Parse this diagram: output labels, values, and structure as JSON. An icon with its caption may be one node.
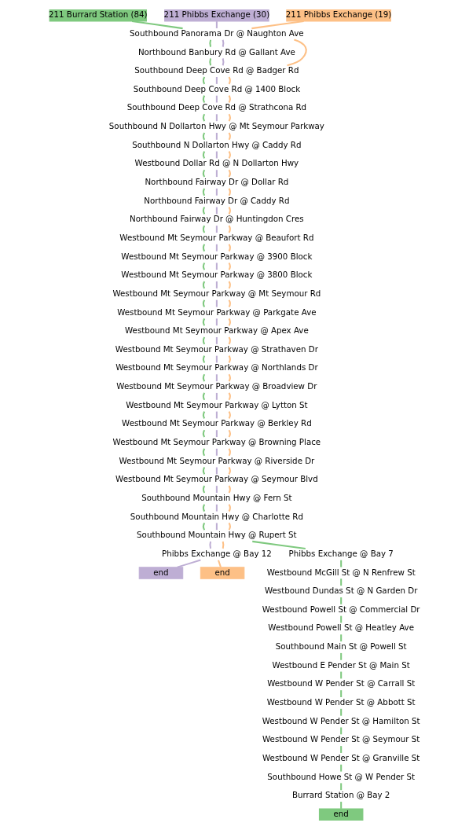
{
  "diagram": {
    "nodes": [
      {
        "text": [
          "211 Burrard Station (84)"
        ]
      },
      {
        "text": [
          "211 Phibbs Exchange (30)"
        ]
      },
      {
        "text": [
          "211 Phibbs Exchange (19)"
        ]
      },
      {
        "text": [
          "Southbound Panorama Dr @ Naughton Ave"
        ]
      },
      {
        "text": [
          "Northbound Banbury Rd @ Gallant Ave"
        ]
      },
      {
        "text": [
          "Southbound Deep Cove Rd @ Badger Rd"
        ]
      },
      {
        "text": [
          "Southbound Deep Cove Rd @ 1400 Block"
        ]
      },
      {
        "text": [
          "Southbound Deep Cove Rd @ Strathcona Rd"
        ]
      },
      {
        "text": [
          "Southbound N Dollarton Hwy @ Mt Seymour Parkway"
        ]
      },
      {
        "text": [
          "Southbound N Dollarton Hwy @ Caddy Rd"
        ]
      },
      {
        "text": [
          "Westbound Dollar Rd @ N Dollarton Hwy"
        ]
      },
      {
        "text": [
          "Northbound Fairway Dr @ Dollar Rd"
        ]
      },
      {
        "text": [
          "Northbound Fairway Dr @ Caddy Rd"
        ]
      },
      {
        "text": [
          "Northbound Fairway Dr @ Huntingdon Cres"
        ]
      },
      {
        "text": [
          "Westbound Mt Seymour Parkway @ Beaufort Rd"
        ]
      },
      {
        "text": [
          "Westbound Mt Seymour Parkway @ 3900 Block"
        ]
      },
      {
        "text": [
          "Westbound Mt Seymour Parkway @ 3800 Block"
        ]
      },
      {
        "text": [
          "Westbound Mt Seymour Parkway @ Mt Seymour Rd"
        ]
      },
      {
        "text": [
          "Westbound Mt Seymour Parkway @ Parkgate Ave"
        ]
      },
      {
        "text": [
          "Westbound Mt Seymour Parkway @ Apex Ave"
        ]
      },
      {
        "text": [
          "Westbound Mt Seymour Parkway @ Strathaven Dr"
        ]
      },
      {
        "text": [
          "Westbound Mt Seymour Parkway @ Northlands Dr"
        ]
      },
      {
        "text": [
          "Westbound Mt Seymour Parkway @ Broadview Dr"
        ]
      },
      {
        "text": [
          "Westbound Mt Seymour Parkway @ Lytton St"
        ]
      },
      {
        "text": [
          "Westbound Mt Seymour Parkway @ Berkley Rd"
        ]
      },
      {
        "text": [
          "Westbound Mt Seymour Parkway @ Browning Place"
        ]
      },
      {
        "text": [
          "Westbound Mt Seymour Parkway @ Riverside Dr"
        ]
      },
      {
        "text": [
          "Westbound Mt Seymour Parkway @ Seymour Blvd"
        ]
      },
      {
        "text": [
          "Southbound Mountain Hwy @ Fern St"
        ]
      },
      {
        "text": [
          "Southbound Mountain Hwy @ Charlotte Rd"
        ]
      },
      {
        "text": [
          "Southbound Mountain Hwy @ Rupert St"
        ]
      },
      {
        "text": [
          "Phibbs Exchange @ Bay 12"
        ]
      },
      {
        "text": [
          "Phibbs Exchange @ Bay 7"
        ]
      },
      {
        "text": [
          "end"
        ]
      },
      {
        "text": [
          "end"
        ]
      },
      {
        "text": [
          "Westbound McGill St @ N Renfrew St"
        ]
      },
      {
        "text": [
          "Westbound Dundas St @ N Garden Dr"
        ]
      },
      {
        "text": [
          "Westbound Powell St @ Commercial Dr"
        ]
      },
      {
        "text": [
          "Westbound Powell St @ Heatley Ave"
        ]
      },
      {
        "text": [
          "Southbound Main St @ Powell St"
        ]
      },
      {
        "text": [
          "Westbound E Pender St @ Main St"
        ]
      },
      {
        "text": [
          "Westbound W Pender St @ Carrall St"
        ]
      },
      {
        "text": [
          "Westbound W Pender St @ Abbott St"
        ]
      },
      {
        "text": [
          "Westbound W Pender St @ Hamilton St"
        ]
      },
      {
        "text": [
          "Westbound W Pender St @ Seymour St"
        ]
      },
      {
        "text": [
          "Westbound W Pender St @ Granville St"
        ]
      },
      {
        "text": [
          "Southbound Howe St @ W Pender St"
        ]
      },
      {
        "text": [
          "Burrard Station @ Bay 2"
        ]
      },
      {
        "text": [
          "end"
        ]
      }
    ],
    "edges": [
      {
        "from": 0,
        "to": 3,
        "arrow": "none",
        "color": "#7fc97f"
      },
      {
        "from": 3,
        "to": 4,
        "arrow": "none",
        "color": "#7fc97f"
      },
      {
        "from": 4,
        "to": 5,
        "arrow": "none",
        "color": "#7fc97f"
      },
      {
        "from": 5,
        "to": 6,
        "arrow": "none",
        "color": "#7fc97f"
      },
      {
        "from": 6,
        "to": 7,
        "arrow": "none",
        "color": "#7fc97f"
      },
      {
        "from": 7,
        "to": 8,
        "arrow": "none",
        "color": "#7fc97f"
      },
      {
        "from": 8,
        "to": 9,
        "arrow": "none",
        "color": "#7fc97f"
      },
      {
        "from": 9,
        "to": 10,
        "arrow": "none",
        "color": "#7fc97f"
      },
      {
        "from": 10,
        "to": 11,
        "arrow": "none",
        "color": "#7fc97f"
      },
      {
        "from": 11,
        "to": 12,
        "arrow": "none",
        "color": "#7fc97f"
      },
      {
        "from": 12,
        "to": 13,
        "arrow": "none",
        "color": "#7fc97f"
      },
      {
        "from": 13,
        "to": 14,
        "arrow": "none",
        "color": "#7fc97f"
      },
      {
        "from": 14,
        "to": 15,
        "arrow": "none",
        "color": "#7fc97f"
      },
      {
        "from": 15,
        "to": 16,
        "arrow": "none",
        "color": "#7fc97f"
      },
      {
        "from": 16,
        "to": 17,
        "arrow": "none",
        "color": "#7fc97f"
      },
      {
        "from": 17,
        "to": 18,
        "arrow": "none",
        "color": "#7fc97f"
      },
      {
        "from": 18,
        "to": 19,
        "arrow": "none",
        "color": "#7fc97f"
      },
      {
        "from": 19,
        "to": 20,
        "arrow": "none",
        "color": "#7fc97f"
      },
      {
        "from": 20,
        "to": 21,
        "arrow": "none",
        "color": "#7fc97f"
      },
      {
        "from": 21,
        "to": 22,
        "arrow": "none",
        "color": "#7fc97f"
      },
      {
        "from": 22,
        "to": 23,
        "arrow": "none",
        "color": "#7fc97f"
      },
      {
        "from": 23,
        "to": 24,
        "arrow": "none",
        "color": "#7fc97f"
      },
      {
        "from": 24,
        "to": 25,
        "arrow": "none",
        "color": "#7fc97f"
      },
      {
        "from": 25,
        "to": 26,
        "arrow": "none",
        "color": "#7fc97f"
      },
      {
        "from": 26,
        "to": 27,
        "arrow": "none",
        "color": "#7fc97f"
      },
      {
        "from": 27,
        "to": 28,
        "arrow": "none",
        "color": "#7fc97f"
      },
      {
        "from": 28,
        "to": 29,
        "arrow": "none",
        "color": "#7fc97f"
      },
      {
        "from": 29,
        "to": 30,
        "arrow": "none",
        "color": "#7fc97f"
      },
      {
        "from": 30,
        "to": 32,
        "arrow": "none",
        "color": "#7fc97f"
      },
      {
        "from": 32,
        "to": 35,
        "arrow": "none",
        "color": "#7fc97f"
      },
      {
        "from": 35,
        "to": 36,
        "arrow": "none",
        "color": "#7fc97f"
      },
      {
        "from": 36,
        "to": 37,
        "arrow": "none",
        "color": "#7fc97f"
      },
      {
        "from": 37,
        "to": 38,
        "arrow": "none",
        "color": "#7fc97f"
      },
      {
        "from": 38,
        "to": 39,
        "arrow": "none",
        "color": "#7fc97f"
      },
      {
        "from": 39,
        "to": 40,
        "arrow": "none",
        "color": "#7fc97f"
      },
      {
        "from": 40,
        "to": 41,
        "arrow": "none",
        "color": "#7fc97f"
      },
      {
        "from": 41,
        "to": 42,
        "arrow": "none",
        "color": "#7fc97f"
      },
      {
        "from": 42,
        "to": 43,
        "arrow": "none",
        "color": "#7fc97f"
      },
      {
        "from": 43,
        "to": 44,
        "arrow": "none",
        "color": "#7fc97f"
      },
      {
        "from": 44,
        "to": 45,
        "arrow": "none",
        "color": "#7fc97f"
      },
      {
        "from": 45,
        "to": 46,
        "arrow": "none",
        "color": "#7fc97f"
      },
      {
        "from": 46,
        "to": 47,
        "arrow": "none",
        "color": "#7fc97f"
      },
      {
        "from": 47,
        "to": 48,
        "arrow": "none",
        "color": "#7fc97f"
      },
      {
        "from": 1,
        "to": 3,
        "arrow": "none",
        "color": "#beaed4"
      },
      {
        "from": 3,
        "to": 4,
        "arrow": "none",
        "color": "#beaed4"
      },
      {
        "from": 4,
        "to": 5,
        "arrow": "none",
        "color": "#beaed4"
      },
      {
        "from": 5,
        "to": 6,
        "arrow": "none",
        "color": "#beaed4"
      },
      {
        "from": 6,
        "to": 7,
        "arrow": "none",
        "color": "#beaed4"
      },
      {
        "from": 7,
        "to": 8,
        "arrow": "none",
        "color": "#beaed4"
      },
      {
        "from": 8,
        "to": 9,
        "arrow": "none",
        "color": "#beaed4"
      },
      {
        "from": 9,
        "to": 10,
        "arrow": "none",
        "color": "#beaed4"
      },
      {
        "from": 10,
        "to": 11,
        "arrow": "none",
        "color": "#beaed4"
      },
      {
        "from": 11,
        "to": 12,
        "arrow": "none",
        "color": "#beaed4"
      },
      {
        "from": 12,
        "to": 13,
        "arrow": "none",
        "color": "#beaed4"
      },
      {
        "from": 13,
        "to": 14,
        "arrow": "none",
        "color": "#beaed4"
      },
      {
        "from": 14,
        "to": 15,
        "arrow": "none",
        "color": "#beaed4"
      },
      {
        "from": 15,
        "to": 16,
        "arrow": "none",
        "color": "#beaed4"
      },
      {
        "from": 16,
        "to": 17,
        "arrow": "none",
        "color": "#beaed4"
      },
      {
        "from": 17,
        "to": 18,
        "arrow": "none",
        "color": "#beaed4"
      },
      {
        "from": 18,
        "to": 19,
        "arrow": "none",
        "color": "#beaed4"
      },
      {
        "from": 19,
        "to": 20,
        "arrow": "none",
        "color": "#beaed4"
      },
      {
        "from": 20,
        "to": 21,
        "arrow": "none",
        "color": "#beaed4"
      },
      {
        "from": 21,
        "to": 22,
        "arrow": "none",
        "color": "#beaed4"
      },
      {
        "from": 22,
        "to": 23,
        "arrow": "none",
        "color": "#beaed4"
      },
      {
        "from": 23,
        "to": 24,
        "arrow": "none",
        "color": "#beaed4"
      },
      {
        "from": 24,
        "to": 25,
        "arrow": "none",
        "color": "#beaed4"
      },
      {
        "from": 25,
        "to": 26,
        "arrow": "none",
        "color": "#beaed4"
      },
      {
        "from": 26,
        "to": 27,
        "arrow": "none",
        "color": "#beaed4"
      },
      {
        "from": 27,
        "to": 28,
        "arrow": "none",
        "color": "#beaed4"
      },
      {
        "from": 28,
        "to": 29,
        "arrow": "none",
        "color": "#beaed4"
      },
      {
        "from": 29,
        "to": 30,
        "arrow": "none",
        "color": "#beaed4"
      },
      {
        "from": 30,
        "to": 31,
        "arrow": "none",
        "color": "#beaed4"
      },
      {
        "from": 31,
        "to": 33,
        "arrow": "none",
        "color": "#beaed4"
      },
      {
        "from": 2,
        "to": 3,
        "arrow": "none",
        "color": "#fdc086"
      },
      {
        "from": 3,
        "to": 5,
        "arrow": "none",
        "color": "#fdc086"
      },
      {
        "from": 5,
        "to": 6,
        "arrow": "none",
        "color": "#fdc086"
      },
      {
        "from": 6,
        "to": 7,
        "arrow": "none",
        "color": "#fdc086"
      },
      {
        "from": 7,
        "to": 8,
        "arrow": "none",
        "color": "#fdc086"
      },
      {
        "from": 8,
        "to": 9,
        "arrow": "none",
        "color": "#fdc086"
      },
      {
        "from": 9,
        "to": 10,
        "arrow": "none",
        "color": "#fdc086"
      },
      {
        "from": 10,
        "to": 11,
        "arrow": "none",
        "color": "#fdc086"
      },
      {
        "from": 11,
        "to": 12,
        "arrow": "none",
        "color": "#fdc086"
      },
      {
        "from": 12,
        "to": 13,
        "arrow": "none",
        "color": "#fdc086"
      },
      {
        "from": 13,
        "to": 14,
        "arrow": "none",
        "color": "#fdc086"
      },
      {
        "from": 14,
        "to": 15,
        "arrow": "none",
        "color": "#fdc086"
      },
      {
        "from": 15,
        "to": 16,
        "arrow": "none",
        "color": "#fdc086"
      },
      {
        "from": 16,
        "to": 17,
        "arrow": "none",
        "color": "#fdc086"
      },
      {
        "from": 17,
        "to": 18,
        "arrow": "none",
        "color": "#fdc086"
      },
      {
        "from": 18,
        "to": 19,
        "arrow": "none",
        "color": "#fdc086"
      },
      {
        "from": 19,
        "to": 20,
        "arrow": "none",
        "color": "#fdc086"
      },
      {
        "from": 20,
        "to": 21,
        "arrow": "none",
        "color": "#fdc086"
      },
      {
        "from": 21,
        "to": 22,
        "arrow": "none",
        "color": "#fdc086"
      },
      {
        "from": 22,
        "to": 23,
        "arrow": "none",
        "color": "#fdc086"
      },
      {
        "from": 23,
        "to": 24,
        "arrow": "none",
        "color": "#fdc086"
      },
      {
        "from": 24,
        "to": 25,
        "arrow": "none",
        "color": "#fdc086"
      },
      {
        "from": 25,
        "to": 26,
        "arrow": "none",
        "color": "#fdc086"
      },
      {
        "from": 26,
        "to": 27,
        "arrow": "none",
        "color": "#fdc086"
      },
      {
        "from": 27,
        "to": 28,
        "arrow": "none",
        "color": "#fdc086"
      },
      {
        "from": 28,
        "to": 29,
        "arrow": "none",
        "color": "#fdc086"
      },
      {
        "from": 29,
        "to": 30,
        "arrow": "none",
        "color": "#fdc086"
      },
      {
        "from": 30,
        "to": 31,
        "arrow": "none",
        "color": "#fdc086"
      },
      {
        "from": 31,
        "to": 34,
        "arrow": "none",
        "color": "#fdc086"
      }
    ]
  }
}
